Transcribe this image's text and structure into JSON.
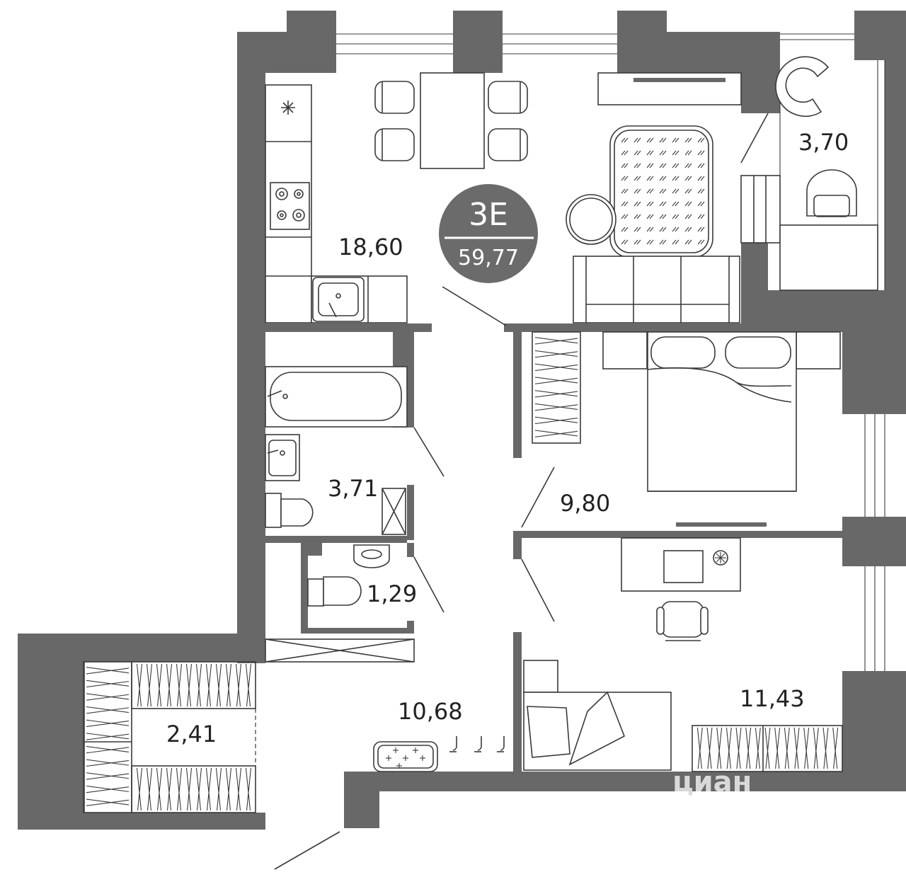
{
  "apartment": {
    "code": "3E",
    "total_area": "59,77",
    "badge_color": "#6b6b6b"
  },
  "rooms": [
    {
      "id": "kitchen-living",
      "area": "18,60"
    },
    {
      "id": "balcony",
      "area": "3,70"
    },
    {
      "id": "bathroom",
      "area": "3,71"
    },
    {
      "id": "toilet",
      "area": "1,29"
    },
    {
      "id": "bedroom",
      "area": "9,80"
    },
    {
      "id": "hallway",
      "area": "10,68"
    },
    {
      "id": "wardrobe",
      "area": "2,41"
    },
    {
      "id": "second-bedroom",
      "area": "11,43"
    }
  ],
  "watermark": "циан",
  "colors": {
    "wall": "#686868",
    "line": "#3a3a3a",
    "background": "#ffffff"
  }
}
